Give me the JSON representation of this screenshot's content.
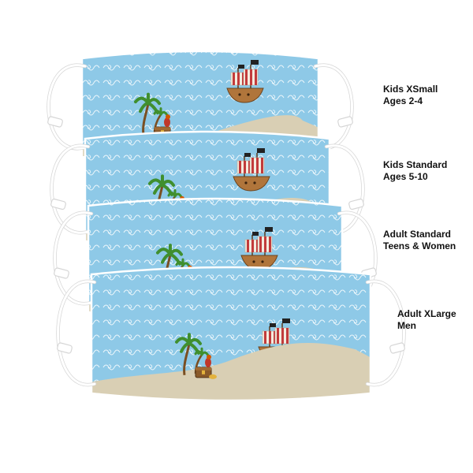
{
  "colors": {
    "sky": "#8ec9e7",
    "wave": "#ffffff",
    "sand": "#d9cfb4",
    "strap": "#ffffff",
    "strap_outline": "#d6d6d6",
    "hull": "#b0753a",
    "sail_red": "#c23a3a",
    "palm_leaf": "#3f8f2f",
    "palm_trunk": "#7a4f24",
    "chest": "#8a5a2b"
  },
  "sizes": [
    {
      "name": "Kids XSmall",
      "ages": "Ages 2-4"
    },
    {
      "name": "Kids Standard",
      "ages": "Ages 5-10"
    },
    {
      "name": "Adult Standard",
      "ages": "Teens & Women"
    },
    {
      "name": "Adult XLarge",
      "ages": "Men"
    }
  ]
}
